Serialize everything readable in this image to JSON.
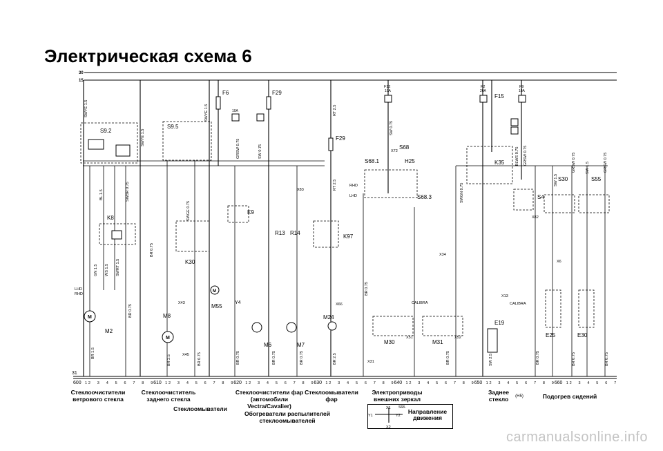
{
  "title": "Электрическая схема 6",
  "rails": {
    "r30": "30",
    "r15": "15",
    "r31": "31"
  },
  "components": {
    "S9_2": "S9.2",
    "S9_5": "S9.5",
    "K8": "K8",
    "K30": "K30",
    "K9": "K9",
    "K97": "K97",
    "K35": "K35",
    "H25": "H25",
    "S68": "S68",
    "S68_1": "S68.1",
    "S68_3": "S68.3",
    "M2": "M2",
    "M8": "M8",
    "M55": "M55",
    "M6": "M6",
    "M7": "M7",
    "M24": "M24",
    "M30": "M30",
    "M31": "M31",
    "R13": "R13",
    "R14": "R14",
    "E19": "E19",
    "E25": "E25",
    "E30": "E30",
    "S4": "S4",
    "S30": "S30",
    "S55": "S55",
    "Y4": "Y4"
  },
  "fuses": {
    "F6": "F6",
    "F29a": "F29",
    "F29b": "F29",
    "F12": "F12",
    "F15": "F15",
    "F8_rating": "10A",
    "F12_rating": "10A",
    "F2_rating": "20A",
    "F9_rating": "10A",
    "F2": "F2",
    "F9": "F9"
  },
  "labels": {
    "lhd": "LHD",
    "rhd": "RHD",
    "calibra": "CALIBRA",
    "calibra2": "CALIBRA",
    "cable_1": "SWYE 1.5",
    "cable_2": "BL 1.5",
    "cable_3": "SWBR 0.75",
    "cable_4": "BR 0.75",
    "cable_5": "GRSW 0.75",
    "cable_6": "SW 0.75",
    "cable_7": "RT 2.5",
    "cable_8": "BR 2.5",
    "cable_9": "SWGN 0.75",
    "cable_10": "BLWS 0.75",
    "cable_11": "SW 1.5",
    "cable_12": "GN 1.5",
    "cable_13": "WS 1.5",
    "cable_14": "SWRT 1.5",
    "cable_15": "GRSW 0.75",
    "cable_16": "SW 2.5",
    "cable_17": "BR 1.5",
    "cable_18": "SWGE 0.75",
    "x43": "X43",
    "x45": "X45",
    "x82": "X82",
    "x83": "X83",
    "x72": "X72",
    "x34": "X34",
    "x51": "X51",
    "x52": "X52",
    "x31": "X31",
    "x66": "X66",
    "x6": "X6",
    "x13": "X13"
  },
  "grid": {
    "sections": [
      {
        "num": "600",
        "cols": [
          "1",
          "2",
          "3",
          "4",
          "5",
          "6",
          "7",
          "8",
          "9"
        ]
      },
      {
        "num": "610",
        "cols": [
          "1",
          "2",
          "3",
          "4",
          "5",
          "6",
          "7",
          "8",
          "9"
        ]
      },
      {
        "num": "620",
        "cols": [
          "1",
          "2",
          "3",
          "4",
          "5",
          "6",
          "7",
          "8",
          "9"
        ]
      },
      {
        "num": "630",
        "cols": [
          "1",
          "2",
          "3",
          "4",
          "5",
          "6",
          "7",
          "8",
          "9"
        ]
      },
      {
        "num": "640",
        "cols": [
          "1",
          "2",
          "3",
          "4",
          "5",
          "6",
          "7",
          "8",
          "9"
        ]
      },
      {
        "num": "650",
        "cols": [
          "1",
          "2",
          "3",
          "4",
          "5",
          "6",
          "7",
          "8",
          "9"
        ]
      },
      {
        "num": "660",
        "cols": [
          "1",
          "2",
          "3",
          "4",
          "5",
          "6",
          "7"
        ]
      }
    ]
  },
  "captions": {
    "c1a": "Стеклоочистители",
    "c1b": "ветрового стекла",
    "c2a": "Стеклоочиститель",
    "c2b": "заднего стекла",
    "c3": "Стеклоомыватели",
    "c4a": "Стеклоочистители фар",
    "c4b": "(автомобили",
    "c4c": "Vectra/Cavalier)",
    "c5a": "Стеклоомыватели",
    "c5b": "фар",
    "c6": "Обогреватели распылителей",
    "c6b": "стеклоомывателей",
    "c7a": "Электроприводы",
    "c7b": "внешних зеркал",
    "c8a": "Заднее",
    "c8b": "стекло",
    "c8c": "(H5)",
    "c9": "Подогрев сидений"
  },
  "legend": {
    "x1": "X1",
    "x2": "X2",
    "y1": "Y1",
    "y2": "Y2",
    "s68": "S68-",
    "dir_a": "Направление",
    "dir_b": "движения"
  },
  "footer": "carmanualsonline.info"
}
